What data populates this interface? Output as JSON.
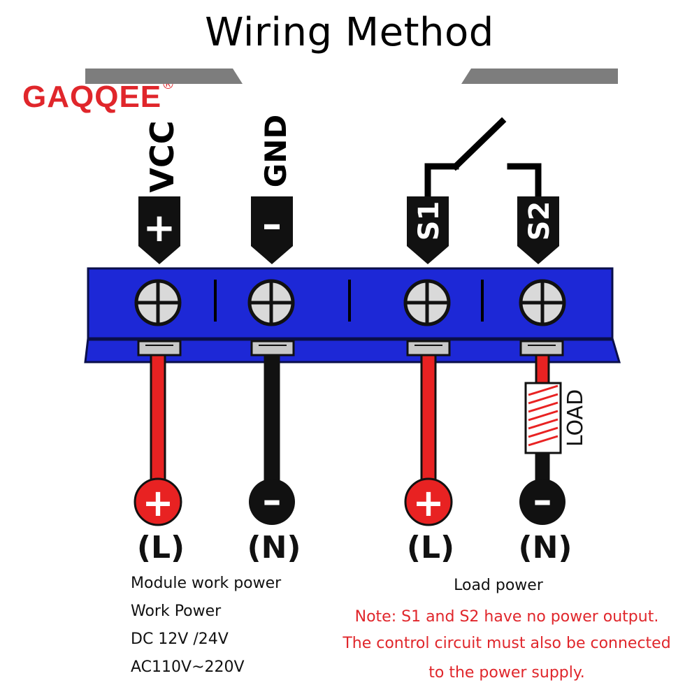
{
  "title": "Wiring Method",
  "brand": {
    "name": "GAQQEE",
    "mark": "®"
  },
  "colors": {
    "block": "#1d28d6",
    "block_edge": "#0a0f4a",
    "wire_red": "#e82222",
    "wire_black": "#111111",
    "brand_red": "#e0262b",
    "note_red": "#e0262b"
  },
  "terminals": {
    "vcc": {
      "label": "VCC",
      "tag": "+"
    },
    "gnd": {
      "label": "GND",
      "tag": "–"
    },
    "s1": {
      "tag": "S1"
    },
    "s2": {
      "tag": "S2"
    }
  },
  "load_label": "LOAD",
  "supply": [
    {
      "symbol": "+",
      "label": "(L)"
    },
    {
      "symbol": "–",
      "label": "(N)"
    },
    {
      "symbol": "+",
      "label": "(L)"
    },
    {
      "symbol": "–",
      "label": "(N)"
    }
  ],
  "module_text": {
    "line1": "Module work power",
    "line2": "Work Power",
    "line3": "DC 12V /24V",
    "line4": "AC110V~220V"
  },
  "load_text": {
    "heading": "Load power",
    "note1": "Note: S1 and S2 have no power output.",
    "note2": "The control circuit must also be connected",
    "note3": "to the power supply."
  }
}
